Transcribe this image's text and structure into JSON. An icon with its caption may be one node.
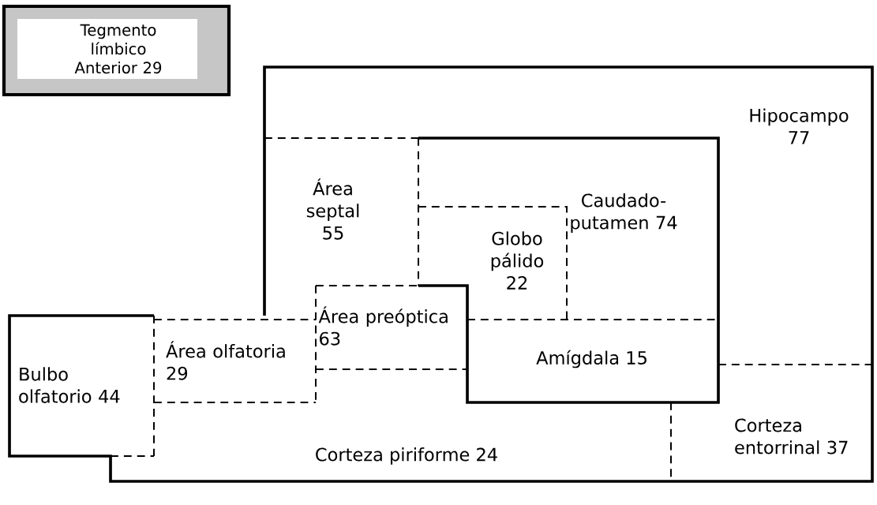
{
  "diagram": {
    "nodes": [
      {
        "text": [
          "Tegmento límbico Anterior 29"
        ]
      },
      {
        "text": [
          "Hipocampo 77"
        ]
      },
      {
        "text": [
          "Área septal 55"
        ]
      },
      {
        "text": [
          "Caudado-putamen 74"
        ]
      },
      {
        "text": [
          "Globo pálido 22"
        ]
      },
      {
        "text": [
          "Área preóptica 63"
        ]
      },
      {
        "text": [
          "Bulbo olfatorio 44"
        ]
      },
      {
        "text": [
          "Área olfatoria 29"
        ]
      },
      {
        "text": [
          "Amígdala 15"
        ]
      },
      {
        "text": [
          "Corteza piriforme 24"
        ]
      },
      {
        "text": [
          "Corteza entorrinal 37"
        ]
      }
    ]
  }
}
